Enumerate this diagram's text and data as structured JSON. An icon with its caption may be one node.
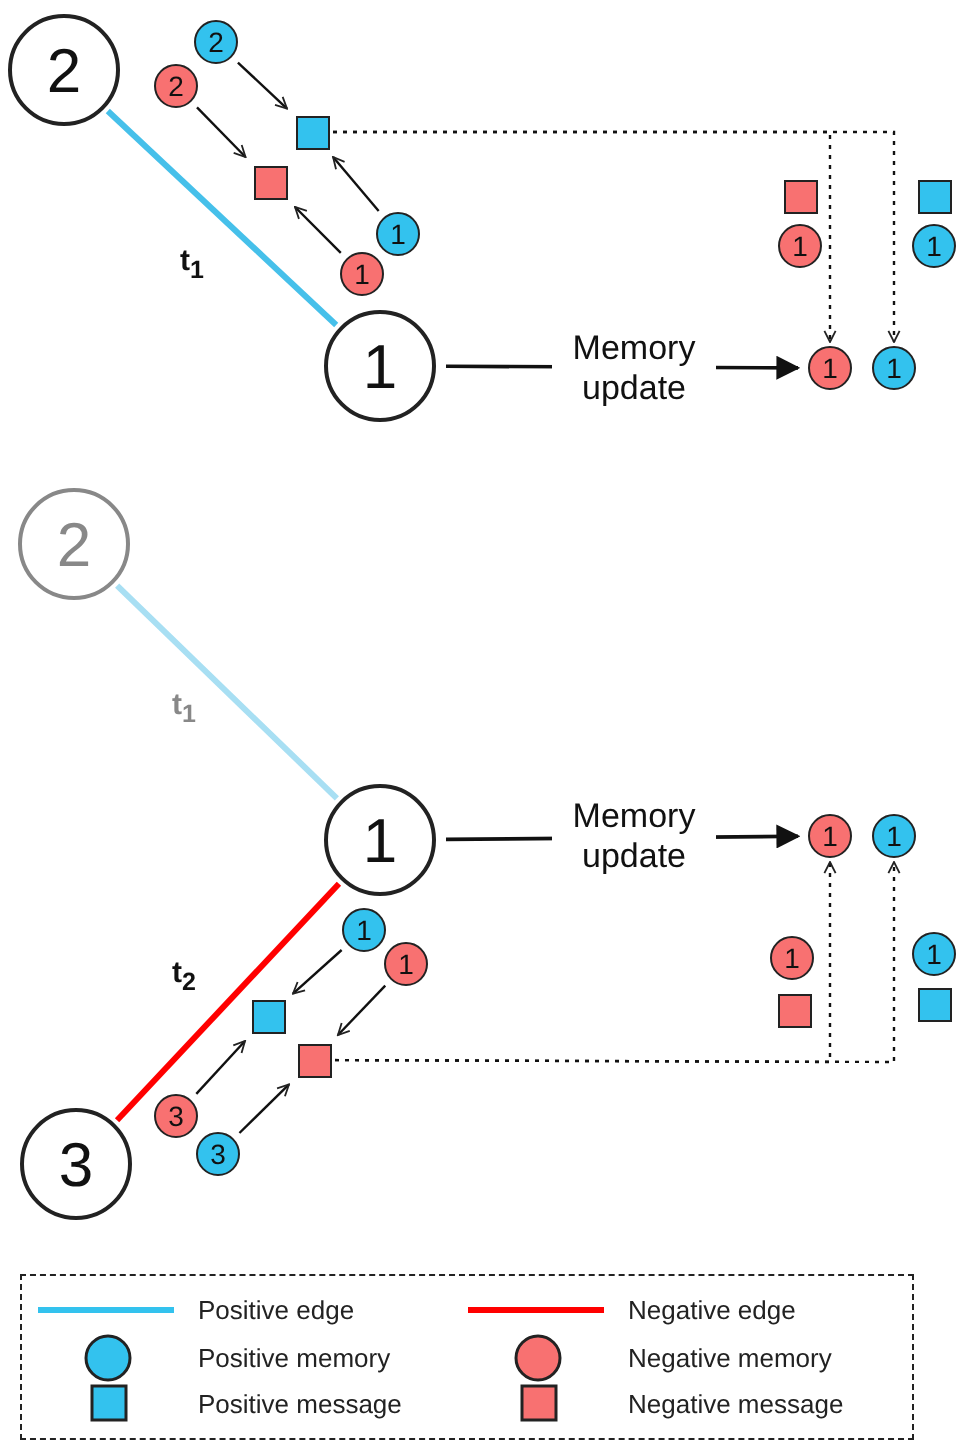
{
  "diagram": {
    "nodes": [
      {
        "text": [
          "2"
        ]
      },
      {
        "text": [
          "1"
        ]
      },
      {
        "text": [
          "2"
        ]
      },
      {
        "text": [
          "2"
        ]
      },
      {
        "text": [],
        "shape": "box"
      },
      {
        "text": [],
        "shape": "box"
      },
      {
        "text": [
          "1"
        ]
      },
      {
        "text": [
          "1"
        ]
      },
      {
        "text": [],
        "shape": "box"
      },
      {
        "text": [
          "1"
        ]
      },
      {
        "text": [],
        "shape": "box"
      },
      {
        "text": [
          "1"
        ]
      },
      {
        "text": [
          "1"
        ]
      },
      {
        "text": [
          "1"
        ]
      },
      {
        "text": [
          "2"
        ]
      },
      {
        "text": [
          "1"
        ]
      },
      {
        "text": [
          "3"
        ]
      },
      {
        "text": [
          "1"
        ]
      },
      {
        "text": [
          "1"
        ]
      },
      {
        "text": [],
        "shape": "box"
      },
      {
        "text": [],
        "shape": "box"
      },
      {
        "text": [
          "3"
        ]
      },
      {
        "text": [
          "3"
        ]
      },
      {
        "text": [
          "1"
        ]
      },
      {
        "text": [
          "1"
        ]
      },
      {
        "text": [
          "1"
        ]
      },
      {
        "text": [],
        "shape": "box"
      },
      {
        "text": [
          "1"
        ]
      },
      {
        "text": [],
        "shape": "box"
      }
    ],
    "edges": [
      {
        "from": 0,
        "to": 1,
        "arrow": "none",
        "label": "t$_{1}$",
        "style": "thick",
        "color": "#46c0ea"
      },
      {
        "from": 2,
        "to": 4,
        "arrow": "to"
      },
      {
        "from": 3,
        "to": 5,
        "arrow": "to"
      },
      {
        "from": 6,
        "to": 4,
        "arrow": "to"
      },
      {
        "from": 7,
        "to": 5,
        "arrow": "to"
      },
      {
        "from": 1,
        "to": 12,
        "arrow": "to",
        "label": "Memory update"
      },
      {
        "from": 4,
        "to": 12,
        "arrow": "to",
        "style": "dashed"
      },
      {
        "from": 4,
        "to": 13,
        "arrow": "to",
        "style": "dashed"
      },
      {
        "from": 14,
        "to": 15,
        "arrow": "none",
        "label": "t$_{1}$",
        "style": "thick",
        "color": "#a8dff3"
      },
      {
        "from": 16,
        "to": 15,
        "arrow": "none",
        "label": "t$_{2}$",
        "style": "thick",
        "color": "#ff0000"
      },
      {
        "from": 17,
        "to": 19,
        "arrow": "to"
      },
      {
        "from": 18,
        "to": 20,
        "arrow": "to"
      },
      {
        "from": 21,
        "to": 19,
        "arrow": "to"
      },
      {
        "from": 22,
        "to": 20,
        "arrow": "to"
      },
      {
        "from": 15,
        "to": 23,
        "arrow": "to",
        "label": "Memory update"
      },
      {
        "from": 20,
        "to": 23,
        "arrow": "to",
        "style": "dashed"
      },
      {
        "from": 20,
        "to": 24,
        "arrow": "to",
        "style": "dashed"
      }
    ],
    "legend": [
      {
        "text": "Positive edge"
      },
      {
        "text": "Negative edge"
      },
      {
        "text": "Positive memory"
      },
      {
        "text": "Negative memory"
      },
      {
        "text": "Positive message"
      },
      {
        "text": "Negative message"
      }
    ]
  }
}
